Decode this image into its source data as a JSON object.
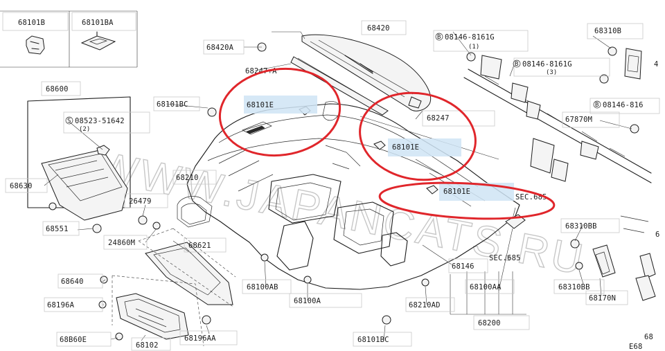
{
  "diagram": {
    "labels": {
      "l68101B": "68101B",
      "l68101BA": "68101BA",
      "l68420A": "68420A",
      "l68420": "68420",
      "l08146_a": "08146-8161G",
      "l08146_a_qty": "(1)",
      "l68310B": "68310B",
      "l68247A": "68247+A",
      "l08146_b": "08146-8161G",
      "l08146_b_qty": "(3)",
      "l68600": "68600",
      "l68101BC_top": "68101BC",
      "l68101E_1": "68101E",
      "l08146_c": "08146-816",
      "l08523": "08523-51642",
      "l08523_qty": "(2)",
      "l68247": "68247",
      "l67870M": "67870M",
      "l68101E_2": "68101E",
      "l68630": "68630",
      "l68210": "68210",
      "l26479": "26479",
      "l68101E_3": "68101E",
      "lSEC685_a": "SEC.685",
      "l68551": "68551",
      "l24860M": "24860M",
      "l68621": "68621",
      "l68310BB_1": "68310BB",
      "lSEC685_b": "SEC.685",
      "l68146": "68146",
      "l68640": "68640",
      "l68100AB": "68100AB",
      "l68100AA": "68100AA",
      "l68310BB_2": "68310BB",
      "l68196A": "68196A",
      "l68100A": "68100A",
      "l68170N": "68170N",
      "l68210AD": "68210AD",
      "l68200": "68200",
      "l68B60E": "68B60E",
      "l68102": "68102",
      "l68196AA": "68196AA",
      "l68101BC_bot": "68101BC",
      "lE68": "E68",
      "l68_right": "68",
      "l6_right": "6",
      "l4_right": "4"
    },
    "watermark": "WWW.JAPANCATS.RU",
    "colors": {
      "circle": "#e0262b",
      "highlight": "#cfe4f5",
      "line": "#1b1b1b"
    }
  }
}
